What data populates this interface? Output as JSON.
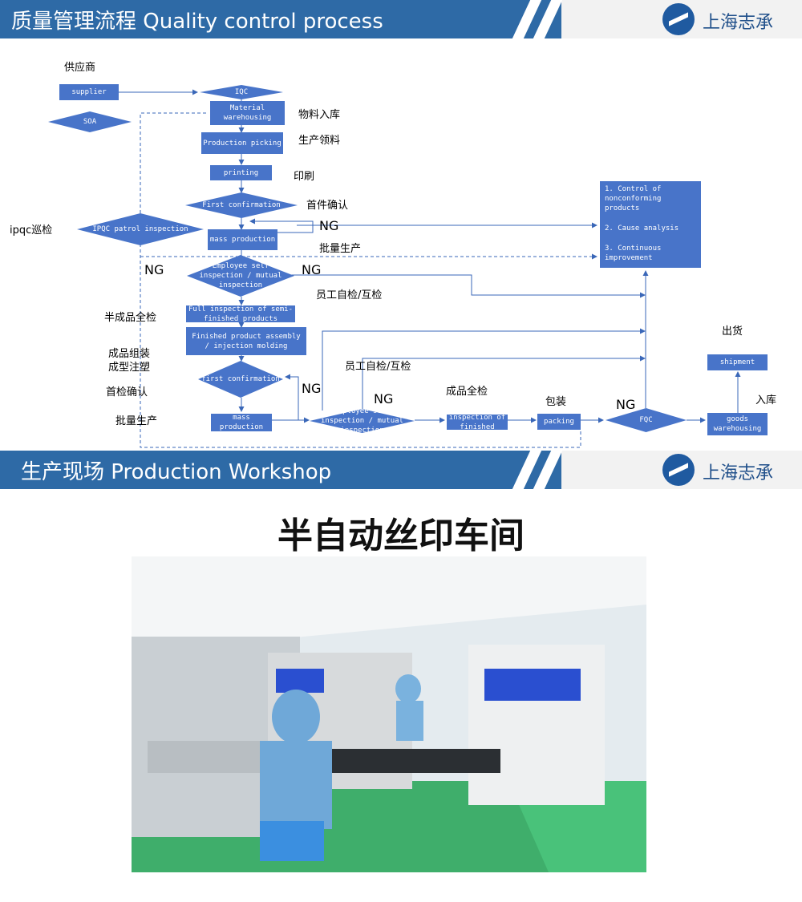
{
  "header1": {
    "title": "质量管理流程 Quality control process",
    "brand": "上海志承"
  },
  "header2": {
    "title": "生产现场  Production Workshop",
    "brand": "上海志承"
  },
  "flow": {
    "supplier_cn": "供应商",
    "supplier": "supplier",
    "soa": "SOA",
    "iqc": "IQC",
    "material_warehousing": "Material warehousing",
    "material_cn": "物料入库",
    "production_picking": "Production picking",
    "picking_cn": "生产领料",
    "printing": "printing",
    "printing_cn": "印刷",
    "first_confirmation": "First confirmation",
    "first_confirmation_cn": "首件确认",
    "ng": "NG",
    "mass_production": "mass production",
    "mass_production_cn": "批量生产",
    "ipqc_cn": "ipqc巡检",
    "ipqc_patrol": "IPQC patrol inspection",
    "employee_inspection": "Employee self inspection / mutual inspection",
    "employee_cn": "员工自检/互检",
    "full_inspection_semi": "Full inspection of semi-finished products",
    "semi_cn": "半成品全检",
    "assembly": "Finished product assembly / injection molding",
    "assembly_cn_1": "成品组装",
    "assembly_cn_2": "成型注塑",
    "first_confirm_2": "first confirmation",
    "first_confirm_2_cn": "首检确认",
    "mass_production_2": "mass production",
    "mass_production_2_cn": "批量生产",
    "employee_inspection_2": "Employee self inspection / mutual inspection",
    "employee_2_cn": "员工自检/互检",
    "complete_inspection": "Complete inspection of finished products",
    "complete_cn": "成品全检",
    "packing": "packing",
    "packing_cn": "包装",
    "fqc": "FQC",
    "goods_warehousing": "goods warehousing",
    "warehousing_cn": "入库",
    "shipment": "shipment",
    "shipment_cn": "出货",
    "control_1": "1. Control of nonconforming products",
    "control_2": "2. Cause analysis",
    "control_3": "3. Continuous improvement"
  },
  "workshop_heading": "半自动丝印车间",
  "colors": {
    "banner": "#2e6aa6",
    "node": "#4874c9",
    "arrow": "#3a67b8"
  }
}
